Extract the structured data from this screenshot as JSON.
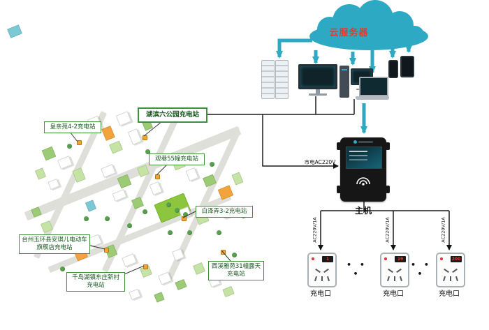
{
  "cloud": {
    "label": "云服务器"
  },
  "network": {
    "devices": [
      "server-rack",
      "server-rack",
      "monitor",
      "desktop-pc",
      "laptop",
      "smartphone",
      "tablet"
    ]
  },
  "mains": {
    "label": "市电AC220V"
  },
  "main_unit": {
    "label": "主机"
  },
  "outlets": [
    {
      "number": "1",
      "feed_label": "AC220V/1A",
      "label": "充电口"
    },
    {
      "number": "19",
      "feed_label": "AC220V/1A",
      "label": "充电口"
    },
    {
      "number": "200",
      "feed_label": "AC220V/1A",
      "label": "充电口"
    }
  ],
  "ellipsis": "• • •",
  "stations": [
    {
      "label": "皇亲苑4-2充电站"
    },
    {
      "label": "湖滨六公园充电站"
    },
    {
      "label": "观巷55幢充电站"
    },
    {
      "label": "白泽弄3-2充电站"
    },
    {
      "label": "台州玉环县安琪儿电动车旗舰店充电站"
    },
    {
      "label": "西溪雅苑31幢露天充电站"
    },
    {
      "label": "千岛湖镇东庄新村充电站"
    }
  ],
  "colors": {
    "accent_teal": "#2ea9c4",
    "station_green": "#3f8f3f",
    "alert_red": "#e23a2e"
  }
}
